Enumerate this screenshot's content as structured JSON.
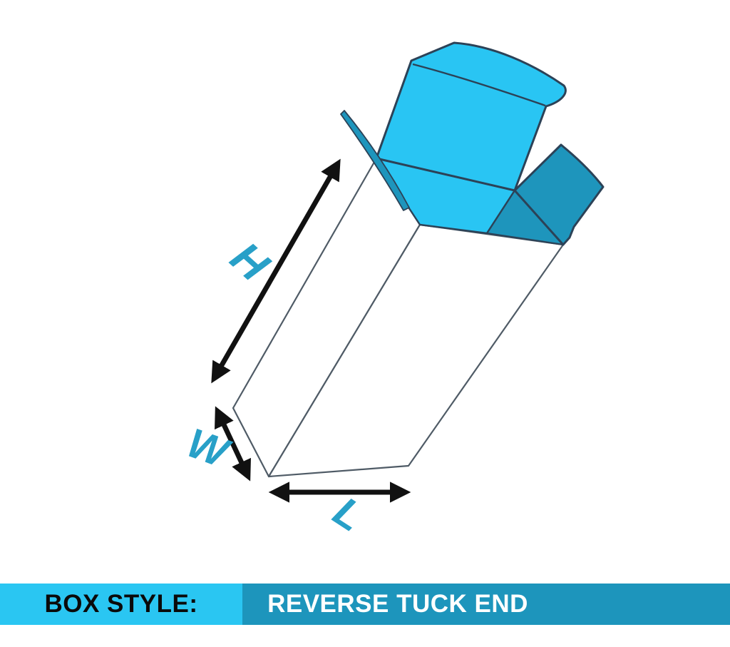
{
  "title": "Reverse Tuck End box style diagram",
  "diagram": {
    "dimension_labels": {
      "height": "H",
      "width": "W",
      "length": "L"
    },
    "colors": {
      "flap_cyan": "#29C5F3",
      "flap_teal": "#1E95BC",
      "label_blue": "#28A0C8",
      "outline_dark": "#2C4257",
      "body_edge": "#4F5B66",
      "arrow_black": "#111111"
    }
  },
  "footer": {
    "label": "BOX STYLE:",
    "value": "REVERSE TUCK END",
    "label_bg": "#2AC6F2",
    "value_bg": "#1D95BC"
  }
}
